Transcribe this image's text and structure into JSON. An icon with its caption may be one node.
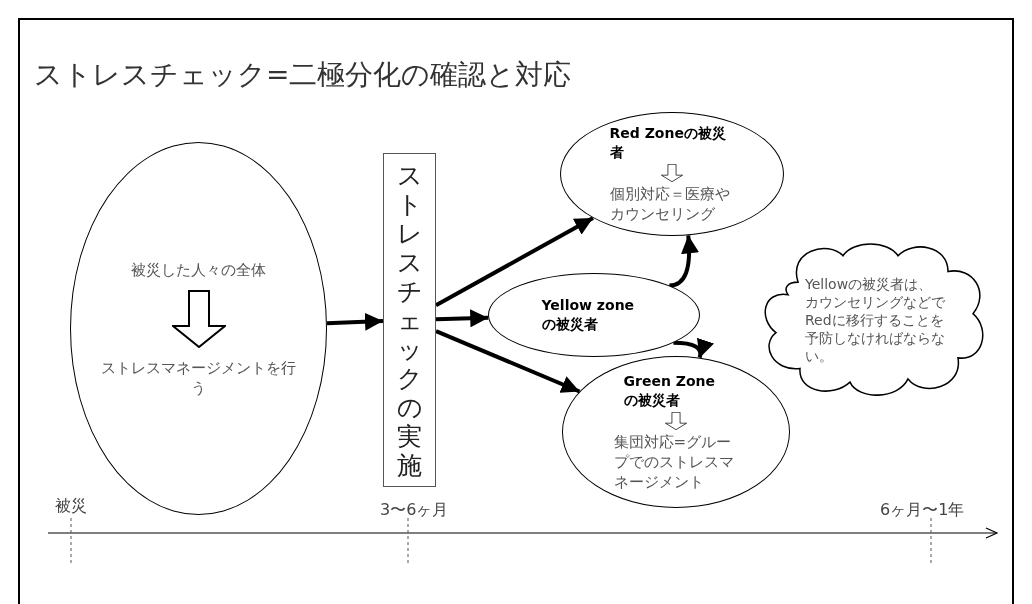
{
  "diagram": {
    "title": "ストレスチェック=二極分化の確認と対応",
    "nodes": [
      {
        "text": [
          "被災した人々の全体",
          "ストレスマネージメントを行う"
        ]
      },
      {
        "text": [
          "ストレスチェックの実施"
        ]
      },
      {
        "text": [
          "Red Zoneの被災者",
          "個別対応＝医療やカウンセリング"
        ]
      },
      {
        "text": [
          "Yellow zoneの被災者"
        ]
      },
      {
        "text": [
          "Green Zoneの被災者",
          "集団対応=グループでのストレスマネージメント"
        ]
      },
      {
        "text": [
          "Yellowの被災者は、カウンセリングなどでRedに移行することを予防しなければならない。"
        ]
      }
    ],
    "edges": [
      {
        "from": 0,
        "to": 1,
        "arrow": "to"
      },
      {
        "from": 1,
        "to": 2,
        "arrow": "to"
      },
      {
        "from": 1,
        "to": 3,
        "arrow": "to"
      },
      {
        "from": 1,
        "to": 4,
        "arrow": "to"
      },
      {
        "from": 3,
        "to": 2,
        "arrow": "to"
      },
      {
        "from": 3,
        "to": 4,
        "arrow": "to"
      }
    ],
    "labels": [
      "被災",
      "3〜6ヶ月",
      "6ヶ月〜1年"
    ]
  }
}
